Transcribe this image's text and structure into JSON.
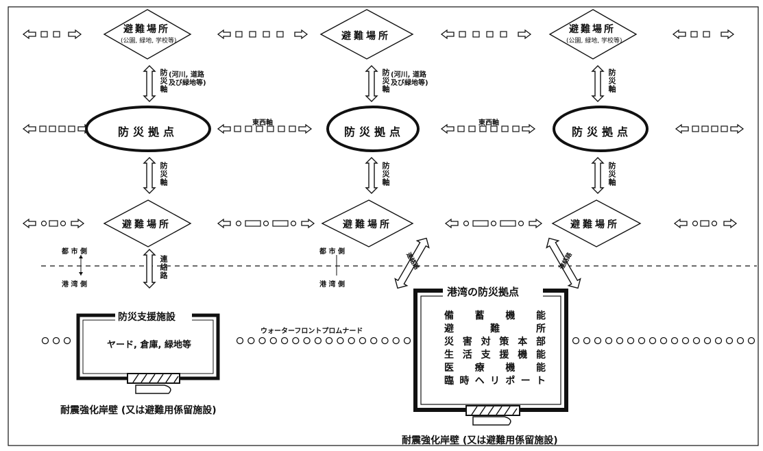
{
  "shelters": {
    "top": {
      "left_title": "避難場所",
      "left_sub": "(公園, 緑地, 学校等)",
      "mid_title": "避難場所",
      "right_title": "避難場所",
      "right_sub": "(公園, 緑地, 学校等)"
    },
    "bottom": {
      "left_title": "避難場所",
      "mid_title": "避難場所",
      "right_title": "避難場所"
    }
  },
  "hubs": {
    "left": "防災拠点",
    "mid": "防災拠点",
    "right": "防災拠点"
  },
  "axes": {
    "vertical": "防災軸",
    "vertical_note": "(河川, 道路 及び緑地等)",
    "east_west": "東西軸",
    "connection": "連絡路"
  },
  "sides": {
    "city": "都 市 側",
    "port": "港 湾 側"
  },
  "support_facility": {
    "title": "防災支援施設",
    "content": "ヤード, 倉庫, 緑地等"
  },
  "port_hub": {
    "title": "港湾の防災拠点",
    "functions": [
      "備 蓄 機 能",
      "避 難 所",
      "災害対策本部",
      "生活支援機能",
      "医 療 機 能",
      "臨時ヘリポート"
    ]
  },
  "promenade": "ウォーターフロントプロムナード",
  "quay_left": "耐震強化岸壁 (又は避難用係留施設)",
  "quay_right": "耐震強化岸壁 (又は避難用係留施設)"
}
